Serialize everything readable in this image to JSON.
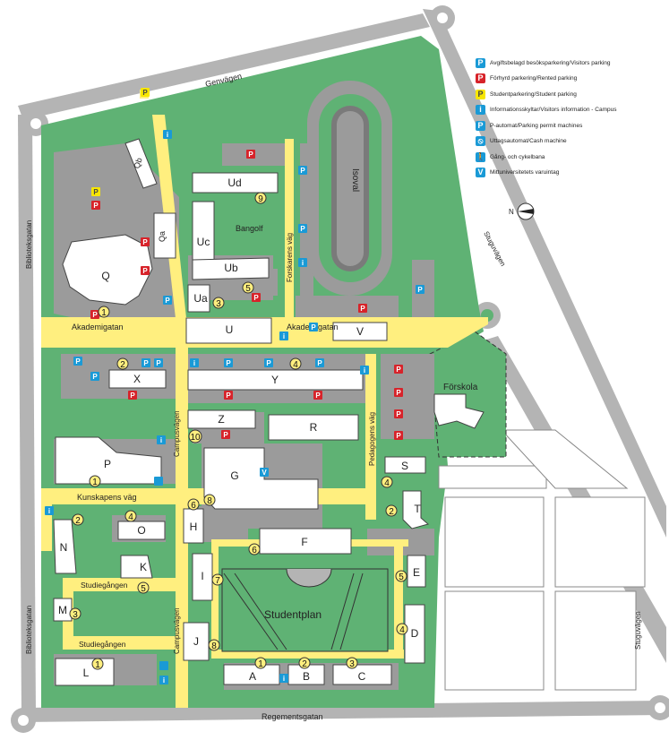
{
  "colors": {
    "grass": "#5fb274",
    "parking": "#9b9b9b",
    "path": "#ffef7f",
    "road": "#b4b4b4",
    "visitor_icon": "#1a9ad6",
    "rented_icon": "#d7232a",
    "student_icon": "#f7e600"
  },
  "roads": {
    "genvagen": "Genvägen",
    "biblioteksgatan_top": "Biblioteksgatan",
    "biblioteksgatan_bottom": "Biblioteksgatan",
    "stuguvagen_top": "Stuguvägen",
    "stuguvagen_bottom": "Stuguvägen",
    "regementsgatan": "Regementsgatan",
    "akademigatan_left": "Akademigatan",
    "akademigatan_right": "Akademigatan",
    "campusvagen_top": "Campusvägen",
    "campusvagen_bottom": "Campusvägen",
    "kunskapens_vag": "Kunskapens väg",
    "studiegangen_top": "Studiegången",
    "studiegangen_bottom": "Studiegången",
    "pedagogens_vag": "Pedagogens väg",
    "forskarens_vag": "Forskarens väg"
  },
  "places": {
    "isoval": "Isoval",
    "bangolf": "Bangolf",
    "studentplan": "Studentplan",
    "forskola": "Förskola"
  },
  "buildings": {
    "Qb": "Qb",
    "Q": "Q",
    "Qa": "Qa",
    "Ud": "Ud",
    "Uc": "Uc",
    "Ub": "Ub",
    "Ua": "Ua",
    "U": "U",
    "V": "V",
    "X": "X",
    "Y": "Y",
    "Z": "Z",
    "R": "R",
    "P": "P",
    "G": "G",
    "S": "S",
    "T": "T",
    "O": "O",
    "H": "H",
    "F": "F",
    "N": "N",
    "K": "K",
    "I": "I",
    "E": "E",
    "M": "M",
    "D": "D",
    "J": "J",
    "L": "L",
    "A": "A",
    "B": "B",
    "C": "C"
  },
  "compass": "N",
  "legend": [
    {
      "icon": "P",
      "color": "#1a9ad6",
      "text": "Avgiftsbelagd besöksparkering/Visitors parking"
    },
    {
      "icon": "P",
      "color": "#d7232a",
      "text": "Förhyrd parkering/Rented parking"
    },
    {
      "icon": "P",
      "color": "#f7e600",
      "text": "Studentparkering/Student parking"
    },
    {
      "icon": "i",
      "color": "#1a9ad6",
      "text": "Informationsskyltar/Visitors information - Campus"
    },
    {
      "icon": "P",
      "color": "#1a9ad6",
      "text": "P-automat/Parking permit machines"
    },
    {
      "icon": "⦸",
      "color": "#1a9ad6",
      "text": "Uttagsautomat/Cash machine"
    },
    {
      "icon": "🚶",
      "color": "#1a9ad6",
      "text": "Gång- och cykelbana"
    },
    {
      "icon": "V",
      "color": "#1a9ad6",
      "text": "Mittuniversitetets varuintag"
    }
  ],
  "markers": {
    "P": "P",
    "i": "i",
    "V": "V",
    "n1": "1",
    "n2": "2",
    "n3": "3",
    "n4": "4",
    "n5": "5",
    "n6": "6",
    "n7": "7",
    "n8": "8",
    "n9": "9",
    "n10": "10"
  }
}
